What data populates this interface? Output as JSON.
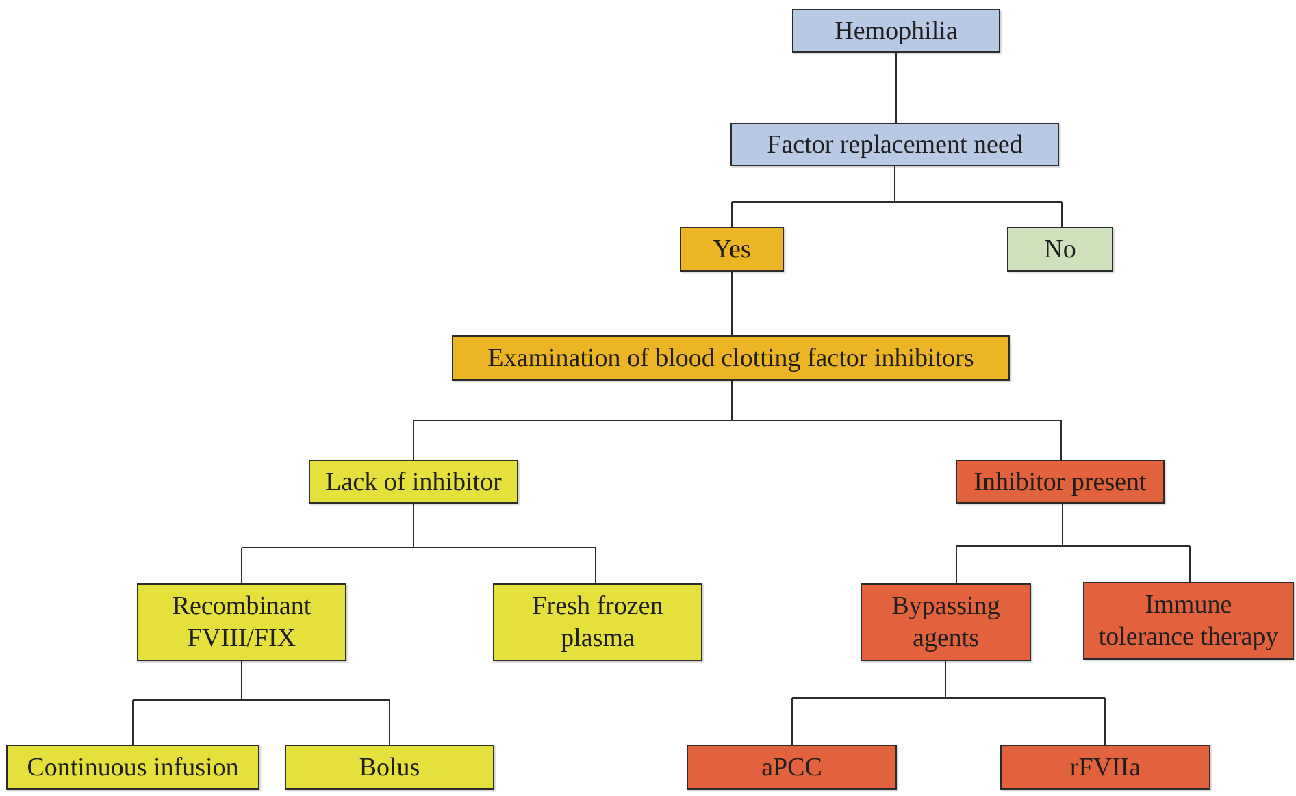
{
  "diagram": {
    "nodes": {
      "hemophilia": "Hemophilia",
      "factor_replacement": "Factor replacement need",
      "yes": "Yes",
      "no": "No",
      "examination": "Examination of blood clotting factor inhibitors",
      "lack_of_inhibitor": "Lack of inhibitor",
      "inhibitor_present": "Inhibitor present",
      "recombinant": "Recombinant\nFVIII/FIX",
      "fresh_frozen_plasma": "Fresh frozen\nplasma",
      "bypassing_agents": "Bypassing\nagents",
      "immune_tolerance": "Immune\ntolerance therapy",
      "continuous_infusion": "Continuous infusion",
      "bolus": "Bolus",
      "apcc": "aPCC",
      "rfviia": "rFVIIa"
    },
    "edges": [
      [
        "hemophilia",
        "factor_replacement"
      ],
      [
        "factor_replacement",
        "yes"
      ],
      [
        "factor_replacement",
        "no"
      ],
      [
        "yes",
        "examination"
      ],
      [
        "examination",
        "lack_of_inhibitor"
      ],
      [
        "examination",
        "inhibitor_present"
      ],
      [
        "lack_of_inhibitor",
        "recombinant"
      ],
      [
        "lack_of_inhibitor",
        "fresh_frozen_plasma"
      ],
      [
        "inhibitor_present",
        "bypassing_agents"
      ],
      [
        "inhibitor_present",
        "immune_tolerance"
      ],
      [
        "recombinant",
        "continuous_infusion"
      ],
      [
        "recombinant",
        "bolus"
      ],
      [
        "bypassing_agents",
        "apcc"
      ],
      [
        "bypassing_agents",
        "rfviia"
      ]
    ],
    "colors": {
      "blue": "#b8c9e5",
      "green": "#cfe2bd",
      "gold": "#ecb525",
      "yellow": "#e6e03c",
      "red": "#e2623d",
      "line": "#2b2b2b"
    }
  }
}
